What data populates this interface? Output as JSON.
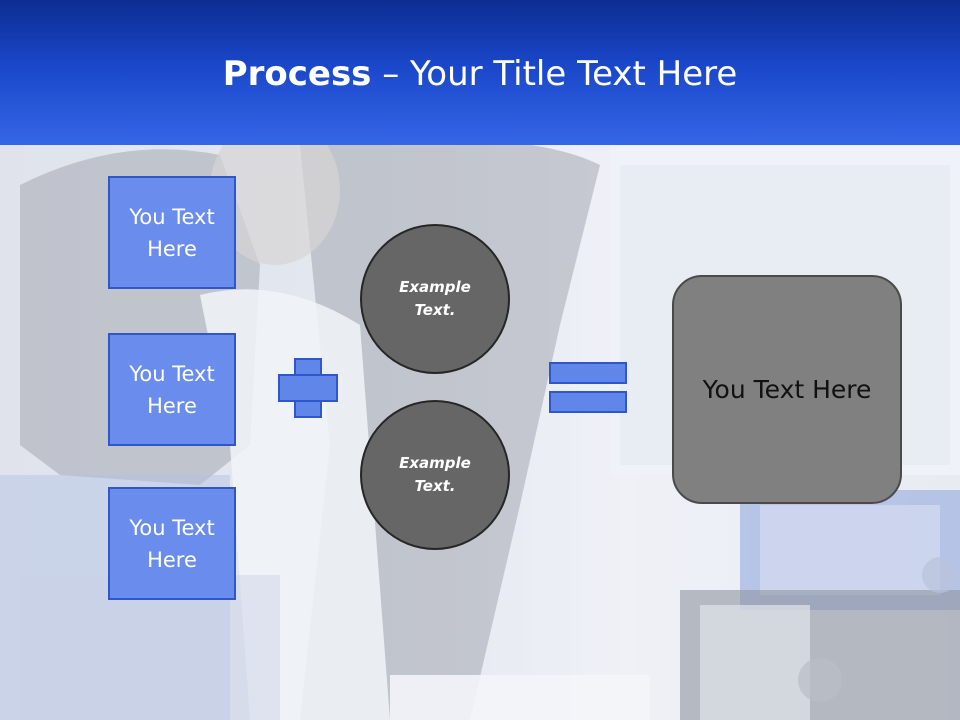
{
  "slide": {
    "title_bold": "Process",
    "title_rest": " – Your Title Text Here",
    "left_boxes": [
      "You Text Here",
      "You Text Here",
      "You Text Here"
    ],
    "circles": [
      "Example Text.",
      "Example Text."
    ],
    "result": "You Text Here"
  },
  "colors": {
    "header": "#1a47c9",
    "box_fill": "#6a8cec",
    "box_border": "#2f57c8",
    "circle_fill": "#666666",
    "result_fill": "#808080"
  },
  "icons": [
    "plus-icon",
    "equals-icon"
  ]
}
